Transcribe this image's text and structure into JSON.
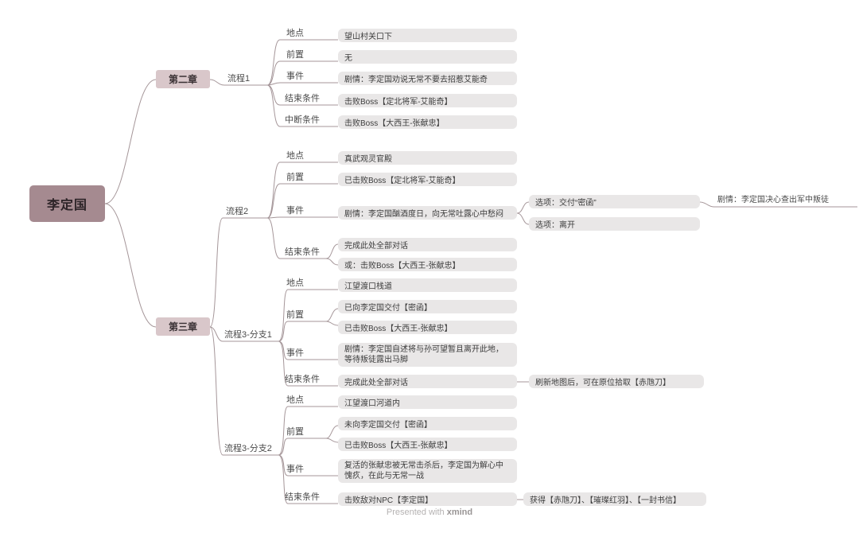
{
  "root": {
    "label": "李定国"
  },
  "keys": {
    "location": "地点",
    "prereq": "前置",
    "event": "事件",
    "end": "结束条件",
    "interrupt": "中断条件"
  },
  "chapter2": {
    "label": "第二章",
    "flow1": {
      "label": "流程1",
      "location": "望山村关口下",
      "prereq": "无",
      "event": "剧情：李定国劝说无常不要去招惹艾能奇",
      "end": "击败Boss【定北将军-艾能奇】",
      "interrupt": "击败Boss【大西王-张献忠】"
    }
  },
  "chapter3": {
    "label": "第三章",
    "flow2": {
      "label": "流程2",
      "location": "真武观灵官殿",
      "prereq": "已击败Boss【定北将军-艾能奇】",
      "event": "剧情：李定国酗酒度日，向无常吐露心中愁闷",
      "option1": "选项：交付“密函”",
      "option1_result": "剧情：李定国决心查出军中叛徒",
      "option2": "选项：离开",
      "end1": "完成此处全部对话",
      "end2": "或：击败Boss【大西王-张献忠】"
    },
    "flow3a": {
      "label": "流程3-分支1",
      "location": "江望渡口栈道",
      "prereq1": "已向李定国交付【密函】",
      "prereq2": "已击败Boss【大西王-张献忠】",
      "event": "剧情：李定国自述将与孙可望暂且离开此地，等待叛徒露出马脚",
      "end": "完成此处全部对话",
      "end_note": "刷新地图后，可在原位拾取【赤虺刀】"
    },
    "flow3b": {
      "label": "流程3-分支2",
      "location": "江望渡口河道内",
      "prereq1": "未向李定国交付【密函】",
      "prereq2": "已击败Boss【大西王-张献忠】",
      "event": "复活的张献忠被无常击杀后，李定国为解心中愧疚，在此与无常一战",
      "end": "击败敌对NPC【李定国】",
      "end_note": "获得【赤虺刀】、【璀璨红羽】、【一封书信】"
    }
  },
  "footer": {
    "presented": "Presented with",
    "brand": "xmind"
  },
  "colors": {
    "root_bg": "#a58a90",
    "chapter_bg": "#d9c7ca",
    "topic_bg": "#e9e7e7",
    "line": "#a59699"
  }
}
